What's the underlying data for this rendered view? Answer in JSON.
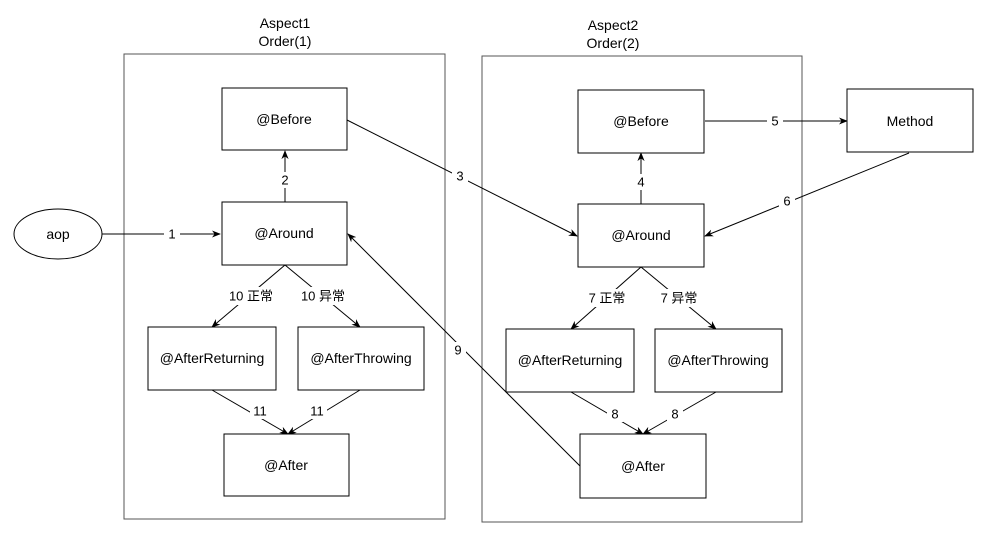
{
  "groups": {
    "aspect1": {
      "name": "Aspect1",
      "order": "Order(1)"
    },
    "aspect2": {
      "name": "Aspect2",
      "order": "Order(2)"
    }
  },
  "nodes": {
    "aop": "aop",
    "a1_before": "@Before",
    "a1_around": "@Around",
    "a1_after_returning": "@AfterReturning",
    "a1_after_throwing": "@AfterThrowing",
    "a1_after": "@After",
    "a2_before": "@Before",
    "a2_around": "@Around",
    "a2_after_returning": "@AfterReturning",
    "a2_after_throwing": "@AfterThrowing",
    "a2_after": "@After",
    "method": "Method"
  },
  "edges": {
    "e1": "1",
    "e2": "2",
    "e3": "3",
    "e4": "4",
    "e5": "5",
    "e6": "6",
    "e7_normal": "7 正常",
    "e7_exception": "7 异常",
    "e8_left": "8",
    "e8_right": "8",
    "e9": "9",
    "e10_normal": "10 正常",
    "e10_exception": "10 异常",
    "e11_left": "11",
    "e11_right": "11"
  }
}
